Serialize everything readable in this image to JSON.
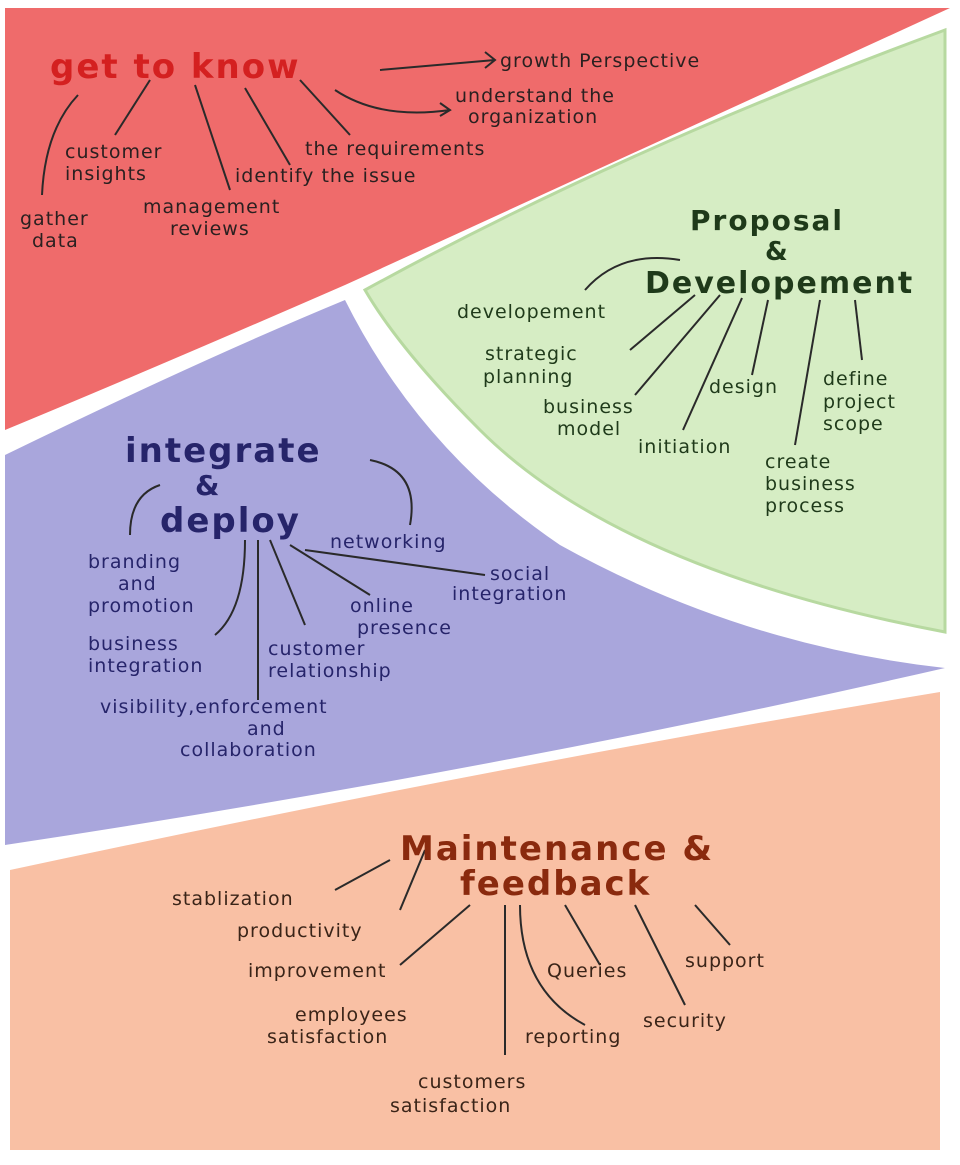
{
  "colors": {
    "red": "#ef6b6b",
    "green": "#d6edc4",
    "purple": "#a9a6dc",
    "orange": "#f9c0a4",
    "red_text": "#d42020",
    "green_text": "#1f3a1a",
    "purple_text": "#26246a",
    "orange_text": "#8a2a0e"
  },
  "get_to_know": {
    "title": "get to know",
    "items": [
      "growth Perspective",
      "understand the",
      "organization",
      "the requirements",
      "customer",
      "insights",
      "identify the issue",
      "management",
      "reviews",
      "gather",
      "data"
    ]
  },
  "proposal": {
    "title1": "Proposal",
    "title2": "&",
    "title3": "Developement",
    "items": [
      "developement",
      "strategic",
      "planning",
      "business",
      "model",
      "design",
      "define",
      "project",
      "scope",
      "initiation",
      "create",
      "business",
      "process"
    ]
  },
  "integrate": {
    "title1": "integrate",
    "title2": "&",
    "title3": "deploy",
    "items": [
      "networking",
      "branding",
      "and",
      "promotion",
      "social",
      "integration",
      "online",
      "presence",
      "business",
      "integration",
      "customer",
      "relationship",
      "visibility,enforcement",
      "and",
      "collaboration"
    ]
  },
  "maintenance": {
    "title1": "Maintenance &",
    "title2": "feedback",
    "items": [
      "stablization",
      "productivity",
      "improvement",
      "Queries",
      "support",
      "employees",
      "satisfaction",
      "reporting",
      "security",
      "customers",
      "satisfaction"
    ]
  }
}
